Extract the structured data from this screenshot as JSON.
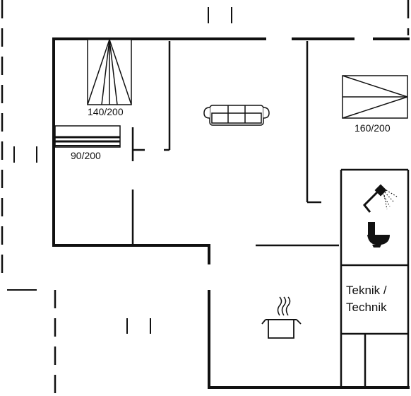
{
  "floorplan": {
    "beds": {
      "double_top": "140/200",
      "single": "90/200",
      "double_right": "160/200"
    },
    "rooms": {
      "technik_line1": "Teknik /",
      "technik_line2": "Technik"
    },
    "icons": [
      "sofa-icon",
      "shower-icon",
      "toilet-icon",
      "cooking-pot-icon",
      "bed-icon"
    ],
    "colors": {
      "wall": "#111111",
      "background": "#ffffff"
    }
  }
}
